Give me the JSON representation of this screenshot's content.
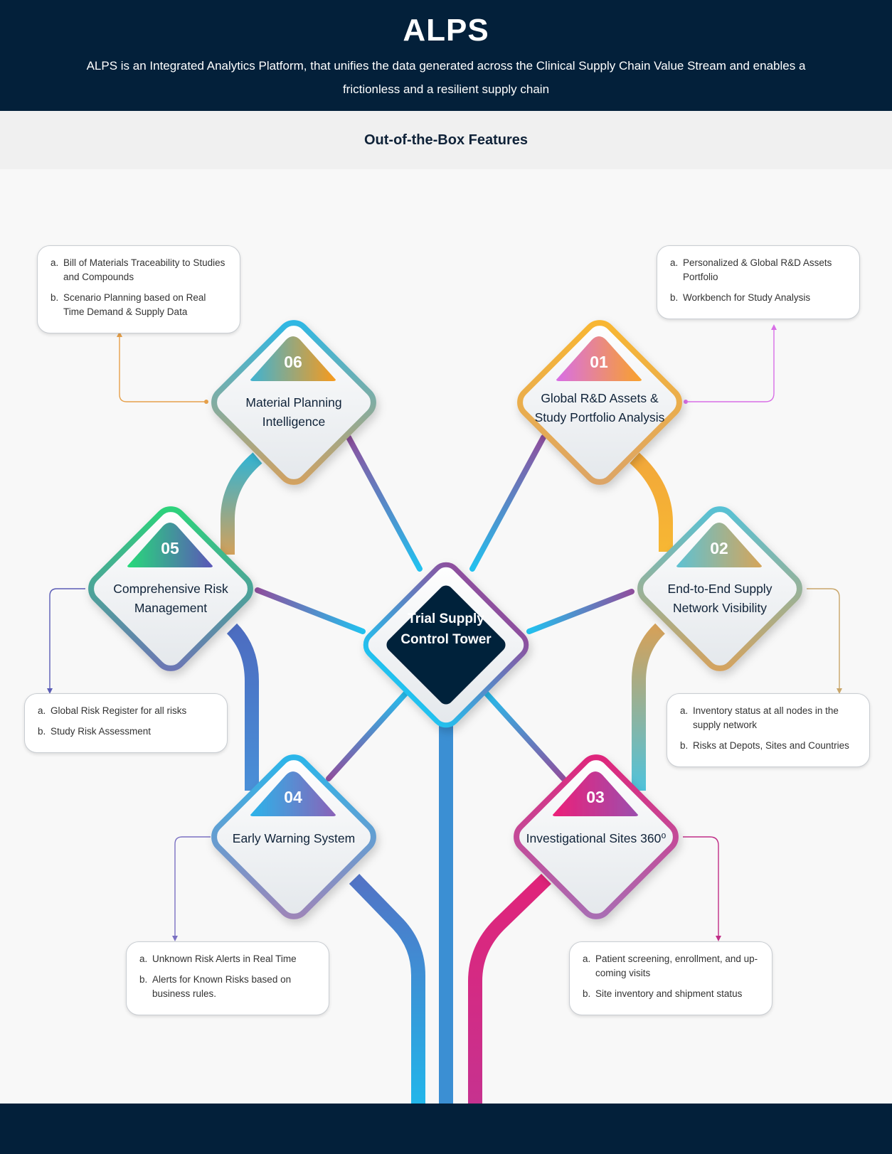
{
  "header": {
    "title": "ALPS",
    "description": "ALPS is an Integrated Analytics Platform, that unifies the data generated across the Clinical Supply Chain Value Stream and enables a frictionless and a resilient supply chain"
  },
  "section_title": "Out-of-the-Box Features",
  "center": {
    "label": "Trial Supply Control Tower"
  },
  "features": [
    {
      "number": "01",
      "title": "Global R&D Assets & Study Portfolio Analysis",
      "items": [
        {
          "marker": "a.",
          "text": "Personalized & Global R&D Assets Portfolio"
        },
        {
          "marker": "b.",
          "text": "Workbench for Study Analysis"
        }
      ]
    },
    {
      "number": "02",
      "title": "End-to-End Supply Network Visibility",
      "items": [
        {
          "marker": "a.",
          "text": "Inventory status at all nodes in the supply network"
        },
        {
          "marker": "b.",
          "text": "Risks at Depots, Sites and Countries"
        }
      ]
    },
    {
      "number": "03",
      "title": "Investigational Sites 360⁰",
      "items": [
        {
          "marker": "a.",
          "text": "Patient screening, enrollment, and up-coming visits"
        },
        {
          "marker": "b.",
          "text": "Site inventory and shipment status"
        }
      ]
    },
    {
      "number": "04",
      "title": "Early Warning System",
      "items": [
        {
          "marker": "a.",
          "text": "Unknown Risk Alerts in Real Time"
        },
        {
          "marker": "b.",
          "text": "Alerts for Known Risks based on business rules."
        }
      ]
    },
    {
      "number": "05",
      "title": "Comprehensive Risk Management",
      "items": [
        {
          "marker": "a.",
          "text": "Global Risk Register for all risks"
        },
        {
          "marker": "b.",
          "text": "Study Risk Assessment"
        }
      ]
    },
    {
      "number": "06",
      "title": "Material Planning Intelligence",
      "items": [
        {
          "marker": "a.",
          "text": "Bill of Materials Traceability to Studies and Compounds"
        },
        {
          "marker": "b.",
          "text": "Scenario Planning based on Real Time Demand & Supply Data"
        }
      ]
    }
  ],
  "colors": {
    "navy": "#03203a",
    "f01": [
      "#f7b733",
      "#e8a05a"
    ],
    "f02": [
      "#5bc3d6",
      "#d6a55a"
    ],
    "f03": [
      "#e0247a",
      "#8e5bb0"
    ],
    "f04": [
      "#29b6e8",
      "#9a7bb5"
    ],
    "f05": [
      "#2ed47a",
      "#6c6fb5"
    ],
    "f06": [
      "#2cb6e6",
      "#d4a15a"
    ]
  }
}
